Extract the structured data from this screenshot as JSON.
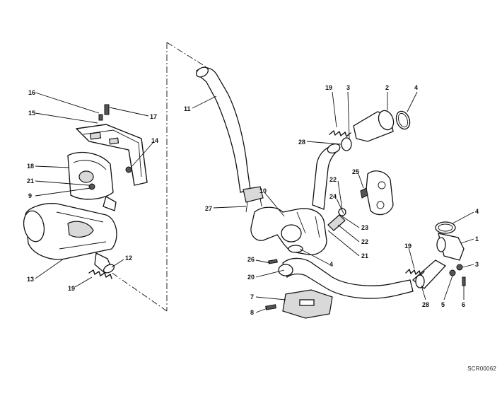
{
  "diagram": {
    "drawing_code": "SCR00062",
    "callouts": [
      {
        "id": "c16",
        "label": "16"
      },
      {
        "id": "c15",
        "label": "15"
      },
      {
        "id": "c17",
        "label": "17"
      },
      {
        "id": "c14",
        "label": "14"
      },
      {
        "id": "c18",
        "label": "18"
      },
      {
        "id": "c21a",
        "label": "21"
      },
      {
        "id": "c9",
        "label": "9"
      },
      {
        "id": "c13",
        "label": "13"
      },
      {
        "id": "c12",
        "label": "12"
      },
      {
        "id": "c19a",
        "label": "19"
      },
      {
        "id": "c11",
        "label": "11"
      },
      {
        "id": "c27",
        "label": "27"
      },
      {
        "id": "c10",
        "label": "10"
      },
      {
        "id": "c19b",
        "label": "19"
      },
      {
        "id": "c3a",
        "label": "3"
      },
      {
        "id": "c2",
        "label": "2"
      },
      {
        "id": "c4a",
        "label": "4"
      },
      {
        "id": "c28a",
        "label": "28"
      },
      {
        "id": "c22a",
        "label": "22"
      },
      {
        "id": "c25",
        "label": "25"
      },
      {
        "id": "c24",
        "label": "24"
      },
      {
        "id": "c23",
        "label": "23"
      },
      {
        "id": "c22b",
        "label": "22"
      },
      {
        "id": "c21b",
        "label": "21"
      },
      {
        "id": "c4b",
        "label": "4"
      },
      {
        "id": "c1",
        "label": "1"
      },
      {
        "id": "c19c",
        "label": "19"
      },
      {
        "id": "c3b",
        "label": "3"
      },
      {
        "id": "c26",
        "label": "26"
      },
      {
        "id": "c4c",
        "label": "4"
      },
      {
        "id": "c20",
        "label": "20"
      },
      {
        "id": "c7",
        "label": "7"
      },
      {
        "id": "c8",
        "label": "8"
      },
      {
        "id": "c28b",
        "label": "28"
      },
      {
        "id": "c5",
        "label": "5"
      },
      {
        "id": "c6",
        "label": "6"
      }
    ]
  }
}
